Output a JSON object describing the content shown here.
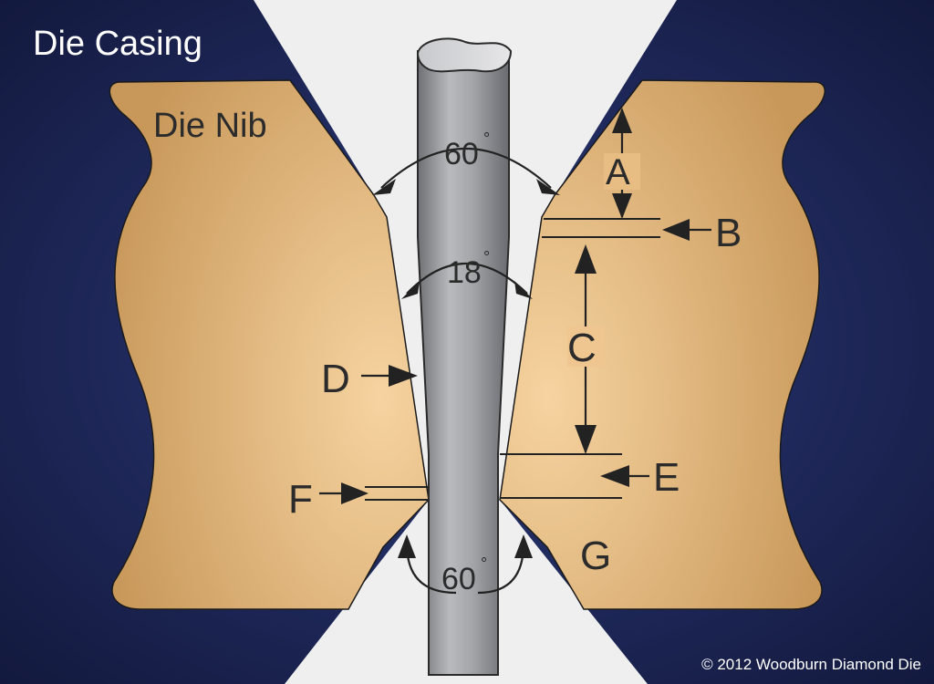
{
  "title": "Die Casing",
  "nib_label": "Die Nib",
  "angles": {
    "entrance": "60",
    "reduction": "18",
    "exit": "60",
    "degree_symbol": "°"
  },
  "zones": {
    "a": "A",
    "b": "B",
    "c": "C",
    "d": "D",
    "e": "E",
    "f": "F",
    "g": "G"
  },
  "copyright": "© 2012 Woodburn Diamond Die",
  "colors": {
    "casing": "#1b2450",
    "nib_light": "#f1c890",
    "nib_dark": "#c99a5c",
    "bore": "#efefef",
    "wire": "#9a9ba0"
  }
}
